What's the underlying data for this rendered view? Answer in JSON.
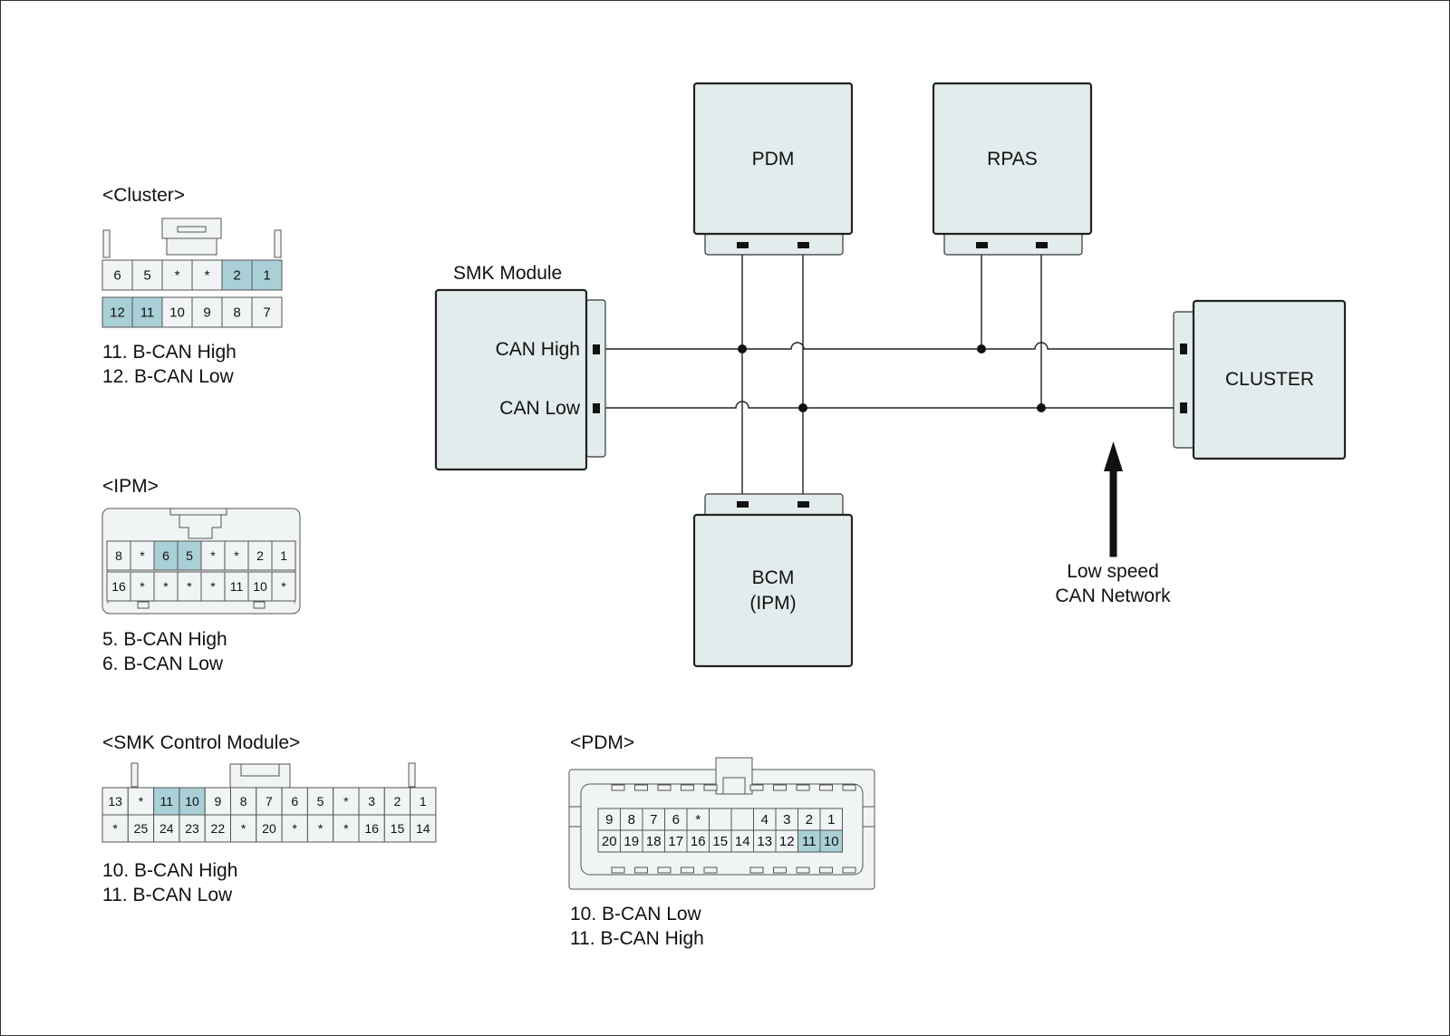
{
  "colors": {
    "box_fill": "#e3ecec",
    "highlight": "#a9cfd7",
    "cell_fill": "#f1f4f4",
    "line": "#222222"
  },
  "connectors": {
    "cluster": {
      "title": "<Cluster>",
      "top_row": [
        "6",
        "5",
        "*",
        "*",
        "2",
        "1"
      ],
      "bottom_row": [
        "12",
        "11",
        "10",
        "9",
        "8",
        "7"
      ],
      "highlight": [
        "1",
        "2",
        "11",
        "12"
      ],
      "notes": [
        "11. B-CAN High",
        "12. B-CAN Low"
      ]
    },
    "ipm": {
      "title": "<IPM>",
      "top_row": [
        "8",
        "*",
        "6",
        "5",
        "*",
        "*",
        "2",
        "1"
      ],
      "bottom_row": [
        "16",
        "*",
        "*",
        "*",
        "*",
        "11",
        "10",
        "*"
      ],
      "highlight": [
        "5",
        "6"
      ],
      "notes": [
        "5. B-CAN High",
        "6. B-CAN Low"
      ]
    },
    "smk": {
      "title": "<SMK Control Module>",
      "top_row": [
        "13",
        "*",
        "11",
        "10",
        "9",
        "8",
        "7",
        "6",
        "5",
        "*",
        "3",
        "2",
        "1"
      ],
      "bottom_row": [
        "*",
        "25",
        "24",
        "23",
        "22",
        "*",
        "20",
        "*",
        "*",
        "*",
        "16",
        "15",
        "14"
      ],
      "highlight": [
        "10",
        "11"
      ],
      "notes": [
        "10. B-CAN High",
        "11. B-CAN Low"
      ]
    },
    "pdm": {
      "title": "<PDM>",
      "top_row": [
        "9",
        "8",
        "7",
        "6",
        "*",
        "",
        "",
        "4",
        "3",
        "2",
        "1"
      ],
      "bottom_row": [
        "20",
        "19",
        "18",
        "17",
        "16",
        "15",
        "14",
        "13",
        "12",
        "11",
        "10"
      ],
      "highlight": [
        "10",
        "11"
      ],
      "notes": [
        "10. B-CAN Low",
        "11. B-CAN High"
      ]
    }
  },
  "network": {
    "smk_module_title": "SMK Module",
    "can_high": "CAN High",
    "can_low": "CAN Low",
    "pdm": "PDM",
    "rpas": "RPAS",
    "cluster": "CLUSTER",
    "bcm_line1": "BCM",
    "bcm_line2": "(IPM)",
    "arrow_line1": "Low speed",
    "arrow_line2": "CAN Network"
  }
}
